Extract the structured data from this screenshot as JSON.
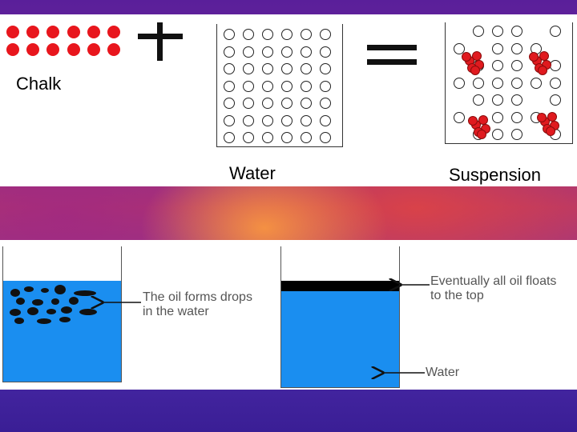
{
  "top": {
    "chalk_label": "Chalk",
    "water_label": "Water",
    "suspension_label": "Suspension",
    "plus_symbol": "+",
    "equals_symbol": "="
  },
  "bottom": {
    "oil_drops_label": "The oil forms drops\nin the water",
    "floats_label": "Eventually all oil floats\nto the top",
    "water_label": "Water"
  },
  "colors": {
    "chalk_red": "#e8161d",
    "water_blue": "#1a8ef0"
  }
}
